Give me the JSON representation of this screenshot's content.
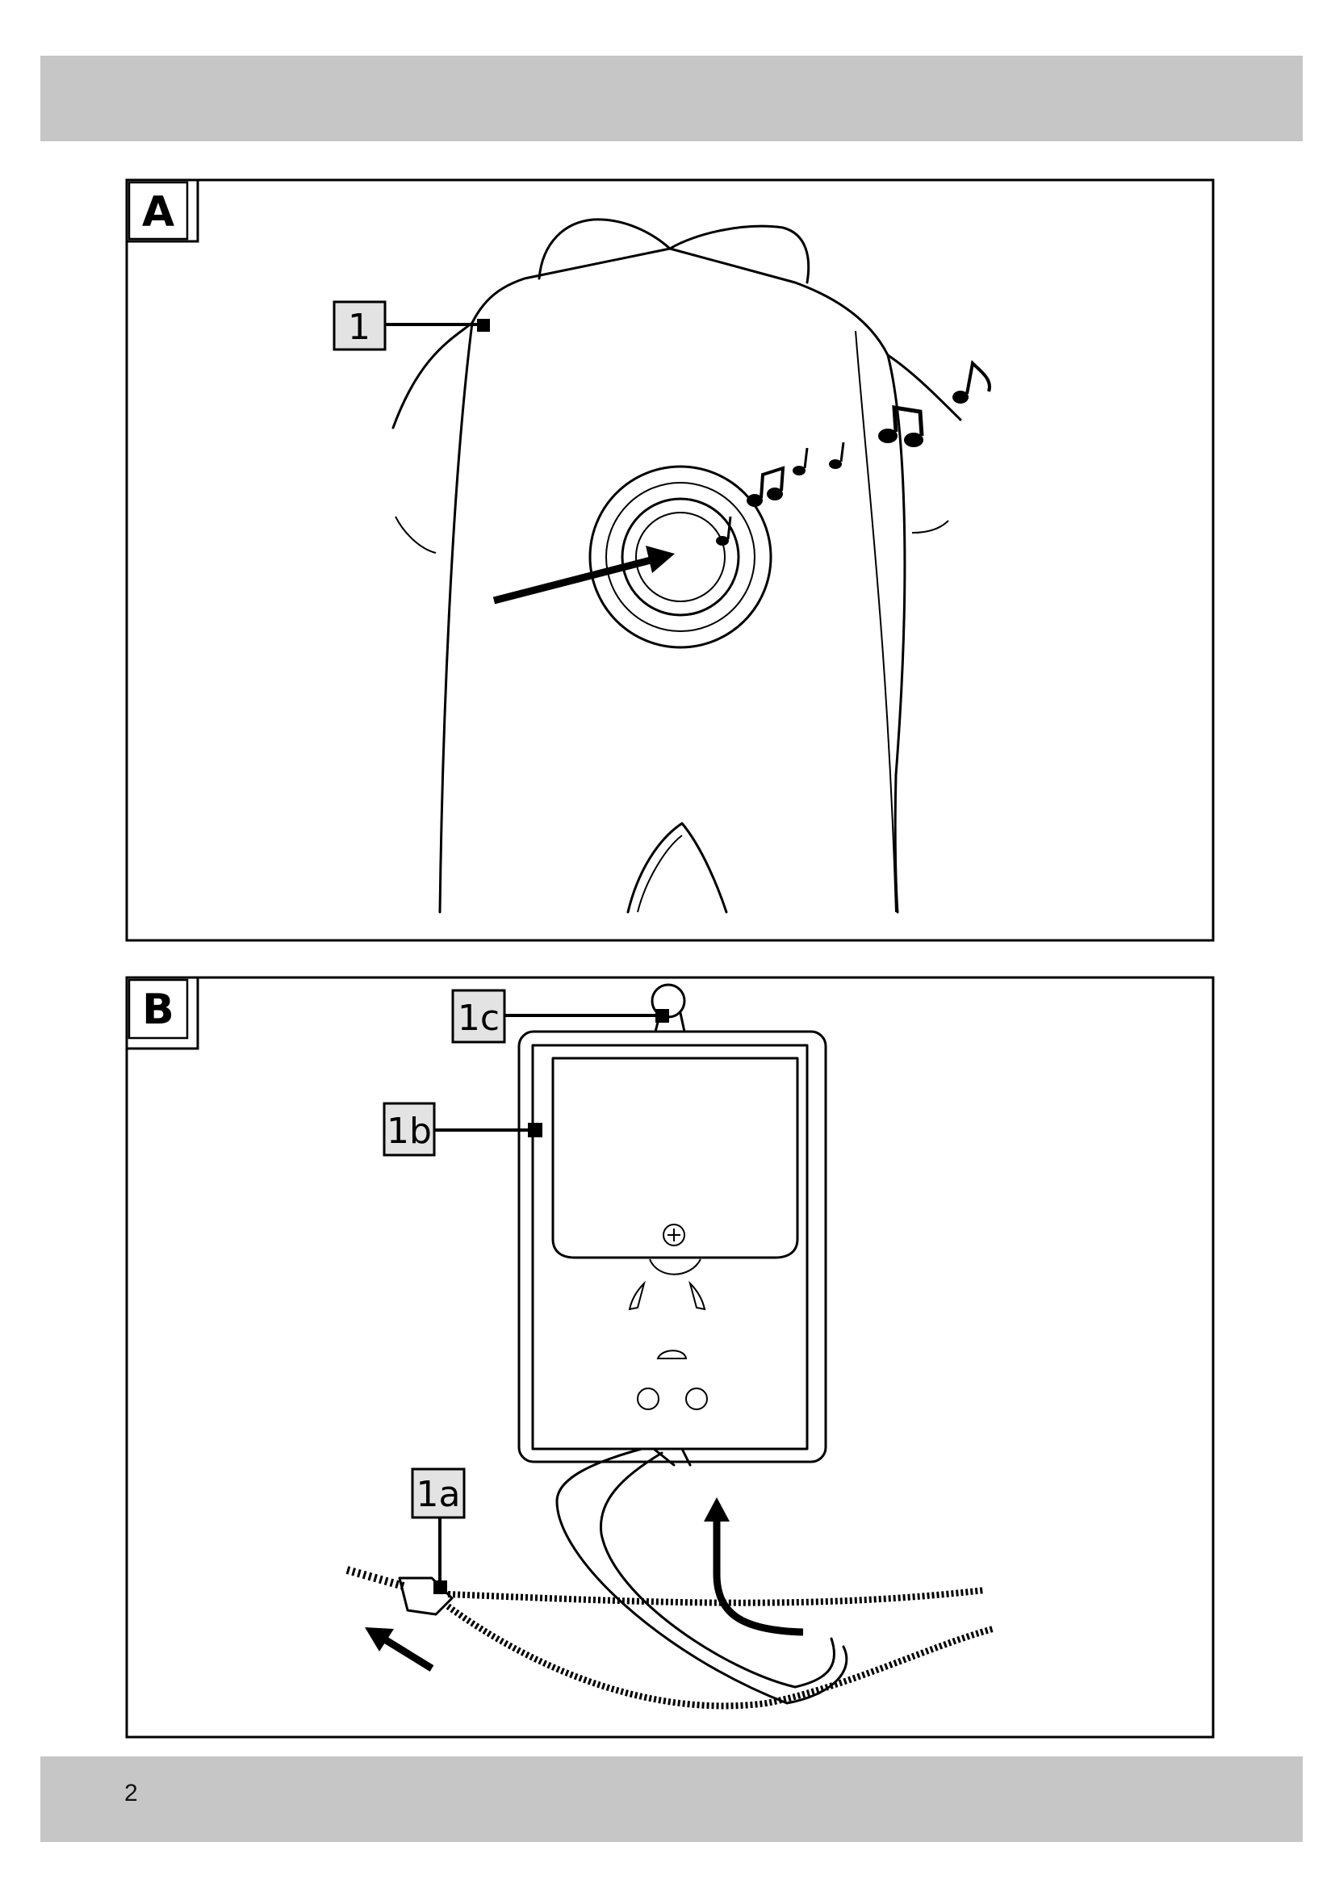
{
  "page": {
    "number": "2"
  },
  "figure_a": {
    "label": "A",
    "callouts": [
      {
        "text": "1"
      }
    ]
  },
  "figure_b": {
    "label": "B",
    "callouts": [
      {
        "text": "1c"
      },
      {
        "text": "1b"
      },
      {
        "text": "1a"
      }
    ]
  },
  "colors": {
    "header_bar": "#c6c6c6",
    "callout_fill": "#e3e3e3"
  }
}
